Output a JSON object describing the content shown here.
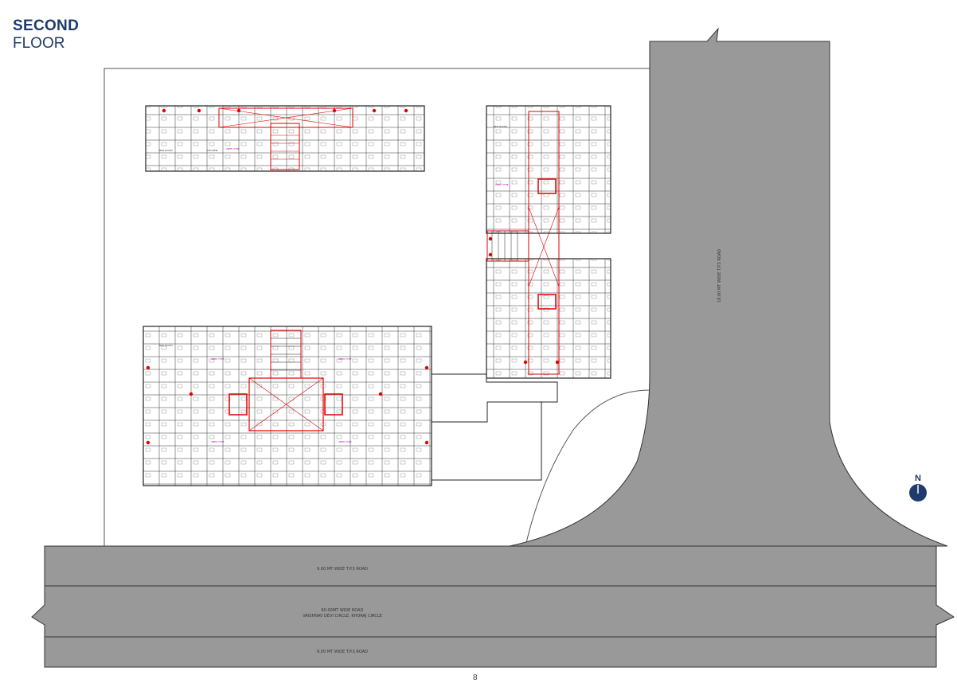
{
  "title": {
    "line1": "SECOND",
    "line2": "FLOOR"
  },
  "compass": {
    "letter": "N"
  },
  "roads": {
    "top_road": "9.00 MT WIDE T.P.S ROAD",
    "main_road_line1": "60.00MT WIDE ROAD",
    "main_road_line2": "VAISHNAV DEVI CIRCLE, KHORAJ CIRCLE",
    "bottom_road": "9.00 MT WIDE T.P.S ROAD",
    "side_road": "18.00 MT WIDE T.P.S ROAD"
  },
  "page_number": "8",
  "colors": {
    "road": "#999999",
    "title": "#1f3b6b",
    "plan_red": "#e00000",
    "compass": "#1f3b6b"
  }
}
